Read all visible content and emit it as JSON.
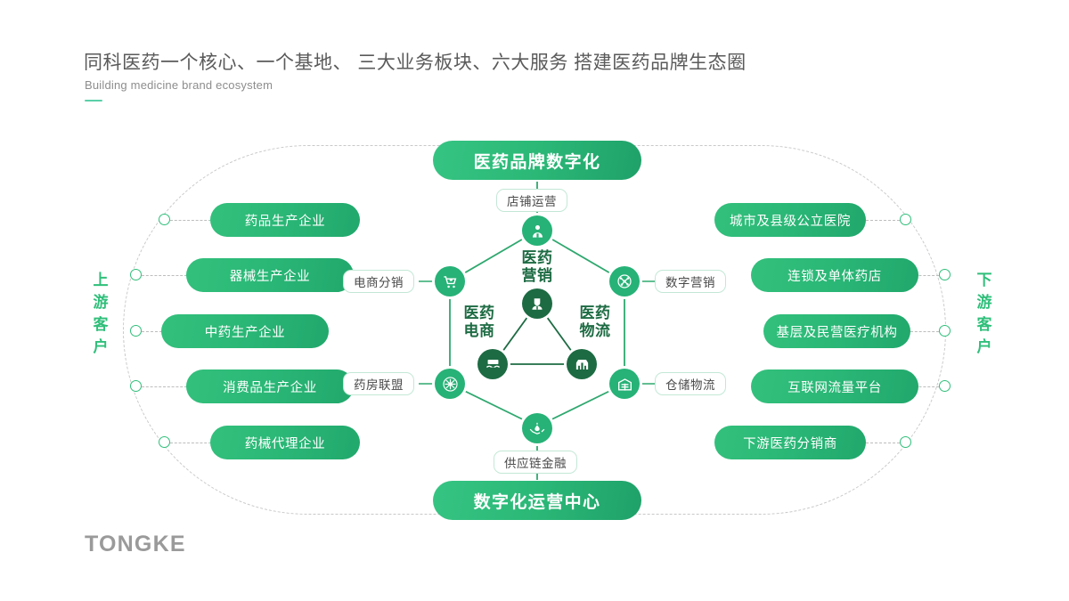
{
  "header": {
    "title_cn": "同科医药一个核心、一个基地、 三大业务板块、六大服务  搭建医药品牌生态圈",
    "title_en": "Building medicine brand ecosystem",
    "rule_color": "#5ad0a8"
  },
  "brand": {
    "name": "TONGKE",
    "color": "#9a9a9a"
  },
  "theme": {
    "pill_green_light": "#33c07c",
    "pill_green_dark": "#21a86c",
    "node_green": "#27b277",
    "node_dark_green": "#1d6b43",
    "dashed_gray": "#c9c9c9",
    "tag_border": "#c3e8d6",
    "accent_text": "#2fbf7a"
  },
  "axis_labels": {
    "left": "上游客户",
    "right": "下游客户"
  },
  "banners": {
    "top": "医药品牌数字化",
    "bottom": "数字化运营中心"
  },
  "center_tags": {
    "top": "店铺运营",
    "bottom": "供应链金融",
    "left_upper": "电商分销",
    "left_lower": "药房联盟",
    "right_upper": "数字营销",
    "right_lower": "仓储物流"
  },
  "business_segments": [
    {
      "label": "医药\n营销",
      "line1": "医药",
      "line2": "营销",
      "icon": "doctor-icon"
    },
    {
      "label": "医药\n电商",
      "line1": "医药",
      "line2": "电商",
      "icon": "handshake-icon"
    },
    {
      "label": "医药\n物流",
      "line1": "医药",
      "line2": "物流",
      "icon": "parcel-icon"
    }
  ],
  "hex_nodes": [
    {
      "position": "top",
      "icon": "doctor-icon"
    },
    {
      "position": "left-upper",
      "icon": "shopping-cart-icon"
    },
    {
      "position": "right-upper",
      "icon": "network-share-icon"
    },
    {
      "position": "left-lower",
      "icon": "pharmacy-network-icon"
    },
    {
      "position": "right-lower",
      "icon": "warehouse-icon"
    },
    {
      "position": "bottom",
      "icon": "finance-hands-icon"
    }
  ],
  "upstream": {
    "heading": "上游客户",
    "items": [
      {
        "label": "药品生产企业"
      },
      {
        "label": "器械生产企业"
      },
      {
        "label": "中药生产企业"
      },
      {
        "label": "消费品生产企业"
      },
      {
        "label": "药械代理企业"
      }
    ]
  },
  "downstream": {
    "heading": "下游客户",
    "items": [
      {
        "label": "城市及县级公立医院"
      },
      {
        "label": "连锁及单体药店"
      },
      {
        "label": "基层及民营医疗机构"
      },
      {
        "label": "互联网流量平台"
      },
      {
        "label": "下游医药分销商"
      }
    ]
  }
}
